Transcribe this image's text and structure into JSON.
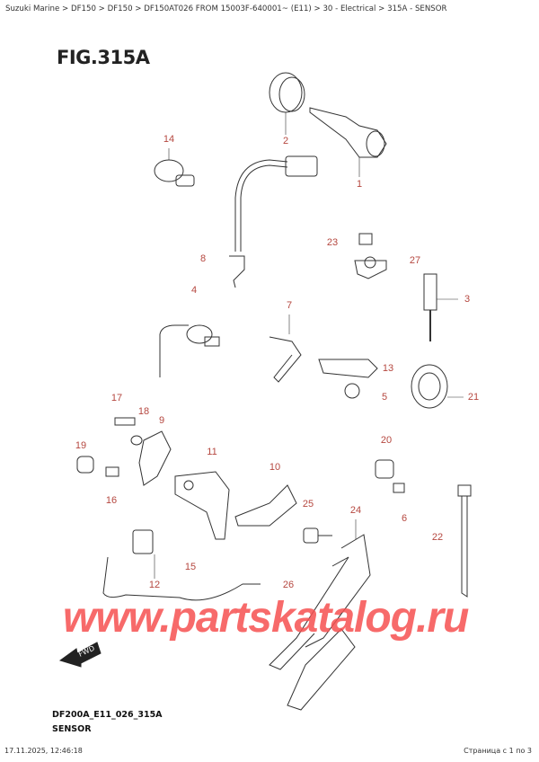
{
  "breadcrumb": "Suzuki Marine > DF150 > DF150 > DF150AT026 FROM 15003F-640001~ (E11) > 30 - Electrical > 315A - SENSOR",
  "figure_title": "FIG.315A",
  "callouts": [
    "2",
    "14",
    "1",
    "23",
    "27",
    "8",
    "4",
    "7",
    "3",
    "13",
    "5",
    "21",
    "17",
    "18",
    "9",
    "19",
    "11",
    "20",
    "10",
    "16",
    "25",
    "24",
    "6",
    "22",
    "15",
    "26",
    "12"
  ],
  "fwd_label": "FWD",
  "watermark": "www.partskatalog.ru",
  "diagram_code": "DF200A_E11_026_315A",
  "diagram_name": "SENSOR",
  "footer": {
    "datetime": "17.11.2025, 12:46:18",
    "page": "Страница с 1 по 3"
  },
  "colors": {
    "callout": "#b5473f",
    "watermark": "#f65050"
  }
}
